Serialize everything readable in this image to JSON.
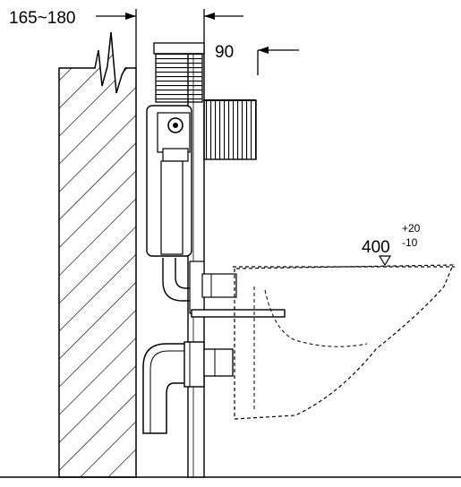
{
  "dimensions": {
    "wall_depth": "165~180",
    "frame_depth": "90",
    "seat_height_main": "400",
    "seat_height_tol_plus": "+20",
    "seat_height_tol_minus": "-10"
  }
}
